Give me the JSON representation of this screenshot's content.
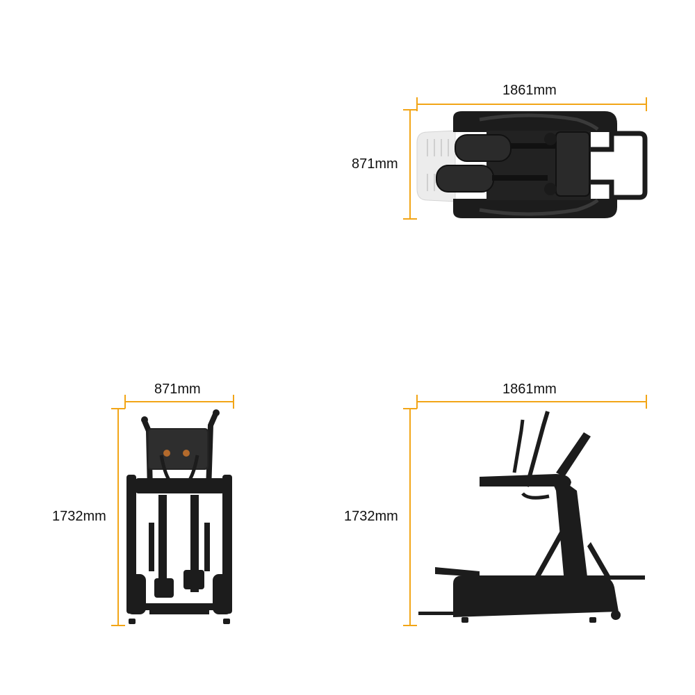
{
  "colors": {
    "dimension_line": "#f2a516",
    "machine": "#1c1c1c",
    "platform": "#ececec"
  },
  "top_view": {
    "width_label": "1861mm",
    "depth_label": "871mm"
  },
  "front_view": {
    "width_label": "871mm",
    "height_label": "1732mm"
  },
  "side_view": {
    "length_label": "1861mm",
    "height_label": "1732mm"
  }
}
